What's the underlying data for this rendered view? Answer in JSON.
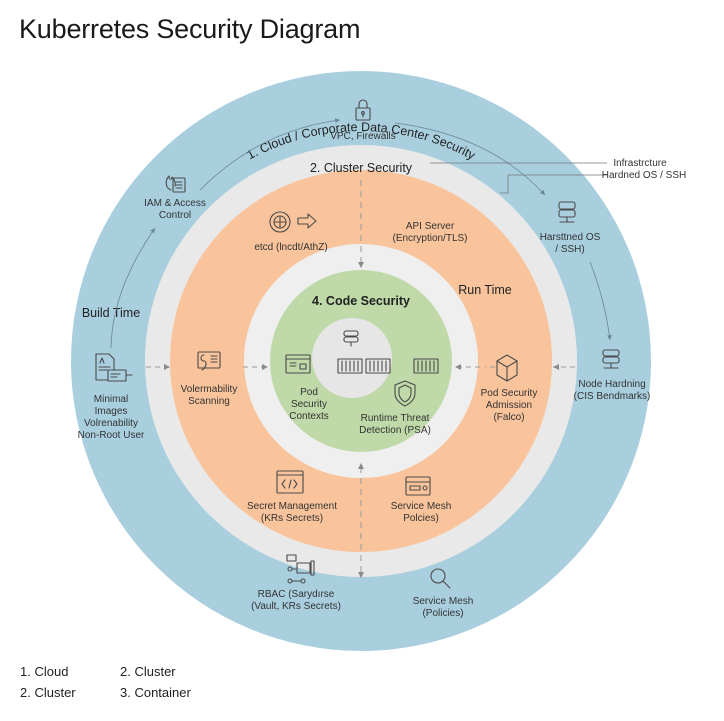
{
  "title": "Kuberretes Security Diagram",
  "colors": {
    "cloud_ring": "#a9cfdf",
    "cluster_ring": "#e9e9e9",
    "container_ring": "#f9c49b",
    "inner_gap_ring": "#efefef",
    "code_ring": "#bfd9a8",
    "core": "#e6e6e6"
  },
  "rings": {
    "cloud": {
      "title": "1. Cloud / Corporate Data Center Security"
    },
    "cluster": {
      "title": "2. Cluster Security"
    },
    "code": {
      "title": "4. Code Security"
    }
  },
  "phases": {
    "build": "Build Time",
    "run": "Run Time"
  },
  "callout": {
    "line1": "Infrastrcture",
    "line2": "Hardned OS / SSH"
  },
  "nodes": {
    "vpc": {
      "icon": "lock-icon",
      "lines": [
        "VPC, Firewalls"
      ]
    },
    "iam": {
      "icon": "fire-document-icon",
      "lines": [
        "IAM & Access",
        "Control"
      ]
    },
    "hardened_os": {
      "icon": "server-icon",
      "lines": [
        "Harsttned OS",
        "/ SSH)"
      ]
    },
    "node_hardening": {
      "icon": "server-network-icon",
      "lines": [
        "Node Hardning",
        "(CIS Bendmarks)"
      ]
    },
    "minimal_images": {
      "icon": "document-icon",
      "lines": [
        "Minimal",
        "Images",
        "Volrenability",
        "Non-Root User"
      ]
    },
    "vuln_scanning": {
      "icon": "scan-icon",
      "lines": [
        "Volermability",
        "Scanning"
      ]
    },
    "etcd": {
      "icon": "brain-icon",
      "lines": [
        "etcd (lncdt/AthZ)"
      ]
    },
    "api_server": {
      "icon": "",
      "lines": [
        "API Server",
        "(Encryption/TLS)"
      ]
    },
    "pod_security_admission": {
      "icon": "box-icon",
      "lines": [
        "Pod Security",
        "Admission",
        "(Falco)"
      ]
    },
    "secret_mgmt": {
      "icon": "code-window-icon",
      "lines": [
        "Secret Management",
        "(KRs Secrets)"
      ]
    },
    "service_mesh_inner": {
      "icon": "card-icon",
      "lines": [
        "Service Mesh",
        "Polcies)"
      ]
    },
    "rbac": {
      "icon": "network-icon",
      "lines": [
        "RBAC (Sarydırse",
        "(Vault, KRs Secrets)"
      ]
    },
    "service_mesh_outer": {
      "icon": "search-icon",
      "lines": [
        "Service Mesh",
        "(Policies)"
      ]
    },
    "pod_security_contexts": {
      "icon": "window-icon",
      "lines": [
        "Pod",
        "Security",
        "Contexts"
      ]
    },
    "runtime_threat": {
      "icon": "shield-icon",
      "lines": [
        "Runtime Threat",
        "Detection (PSA)"
      ]
    },
    "core": {
      "icon": "container-icon"
    }
  },
  "legend": [
    "1. Cloud",
    "2. Cluster",
    "2. Cluster",
    "3. Container"
  ]
}
